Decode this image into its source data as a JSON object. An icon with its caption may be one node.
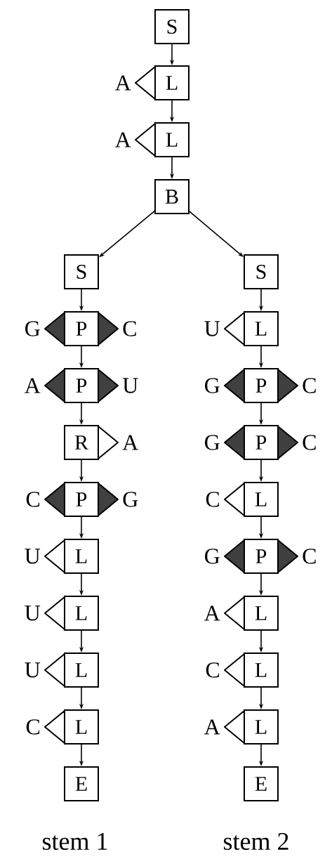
{
  "diagram": {
    "nodes": [
      {
        "text": [
          "S"
        ]
      },
      {
        "text": [
          "L"
        ],
        "beside": [
          "A"
        ]
      },
      {
        "text": [
          "L"
        ],
        "beside": [
          "A"
        ]
      },
      {
        "text": [
          "B"
        ]
      },
      {
        "text": [
          "S"
        ]
      },
      {
        "text": [
          "P"
        ],
        "beside": [
          "G",
          "C"
        ]
      },
      {
        "text": [
          "P"
        ],
        "beside": [
          "A",
          "U"
        ]
      },
      {
        "text": [
          "R"
        ],
        "beside": [
          "A"
        ]
      },
      {
        "text": [
          "P"
        ],
        "beside": [
          "C",
          "G"
        ]
      },
      {
        "text": [
          "L"
        ],
        "beside": [
          "U"
        ]
      },
      {
        "text": [
          "L"
        ],
        "beside": [
          "U"
        ]
      },
      {
        "text": [
          "L"
        ],
        "beside": [
          "U"
        ]
      },
      {
        "text": [
          "L"
        ],
        "beside": [
          "C"
        ]
      },
      {
        "text": [
          "E"
        ]
      },
      {
        "text": [
          "S"
        ]
      },
      {
        "text": [
          "L"
        ],
        "beside": [
          "U"
        ]
      },
      {
        "text": [
          "P"
        ],
        "beside": [
          "G",
          "C"
        ]
      },
      {
        "text": [
          "P"
        ],
        "beside": [
          "G",
          "C"
        ]
      },
      {
        "text": [
          "L"
        ],
        "beside": [
          "C"
        ]
      },
      {
        "text": [
          "P"
        ],
        "beside": [
          "G",
          "C"
        ]
      },
      {
        "text": [
          "L"
        ],
        "beside": [
          "A"
        ]
      },
      {
        "text": [
          "L"
        ],
        "beside": [
          "C"
        ]
      },
      {
        "text": [
          "L"
        ],
        "beside": [
          "A"
        ]
      },
      {
        "text": [
          "E"
        ]
      }
    ],
    "edges": [
      {
        "from": 0,
        "to": 1,
        "arrow": "to"
      },
      {
        "from": 1,
        "to": 2,
        "arrow": "to"
      },
      {
        "from": 2,
        "to": 3,
        "arrow": "to"
      },
      {
        "from": 3,
        "to": 4,
        "arrow": "to"
      },
      {
        "from": 3,
        "to": 14,
        "arrow": "to"
      },
      {
        "from": 4,
        "to": 5,
        "arrow": "to"
      },
      {
        "from": 5,
        "to": 6,
        "arrow": "to"
      },
      {
        "from": 6,
        "to": 7,
        "arrow": "to"
      },
      {
        "from": 7,
        "to": 8,
        "arrow": "to"
      },
      {
        "from": 8,
        "to": 9,
        "arrow": "to"
      },
      {
        "from": 9,
        "to": 10,
        "arrow": "to"
      },
      {
        "from": 10,
        "to": 11,
        "arrow": "to"
      },
      {
        "from": 11,
        "to": 12,
        "arrow": "to"
      },
      {
        "from": 12,
        "to": 13,
        "arrow": "to"
      },
      {
        "from": 14,
        "to": 15,
        "arrow": "to"
      },
      {
        "from": 15,
        "to": 16,
        "arrow": "to"
      },
      {
        "from": 16,
        "to": 17,
        "arrow": "to"
      },
      {
        "from": 17,
        "to": 18,
        "arrow": "to"
      },
      {
        "from": 18,
        "to": 19,
        "arrow": "to"
      },
      {
        "from": 19,
        "to": 20,
        "arrow": "to"
      },
      {
        "from": 20,
        "to": 21,
        "arrow": "to"
      },
      {
        "from": 21,
        "to": 22,
        "arrow": "to"
      },
      {
        "from": 22,
        "to": 23,
        "arrow": "to"
      }
    ],
    "labels": [
      "stem 1",
      "stem 2"
    ]
  }
}
